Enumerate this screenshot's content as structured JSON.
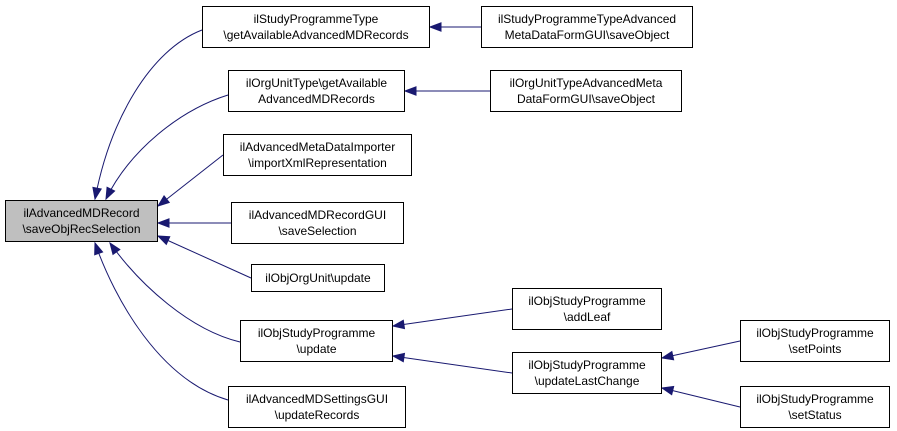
{
  "diagram": {
    "edge_color": "#191970",
    "root_fill": "#bfbfbf",
    "node_fill": "#ffffff",
    "nodes": [
      {
        "id": "root",
        "lines": [
          "ilAdvancedMDRecord",
          "\\saveObjRecSelection"
        ]
      },
      {
        "id": "sptype_get",
        "lines": [
          "ilStudyProgrammeType",
          "\\getAvailableAdvancedMDRecords"
        ]
      },
      {
        "id": "sptype_form_save",
        "lines": [
          "ilStudyProgrammeTypeAdvanced",
          "MetaDataFormGUI\\saveObject"
        ]
      },
      {
        "id": "orgtype_get",
        "lines": [
          "ilOrgUnitType\\getAvailable",
          "AdvancedMDRecords"
        ]
      },
      {
        "id": "orgtype_form_save",
        "lines": [
          "ilOrgUnitTypeAdvancedMeta",
          "DataFormGUI\\saveObject"
        ]
      },
      {
        "id": "importer",
        "lines": [
          "ilAdvancedMetaDataImporter",
          "\\importXmlRepresentation"
        ]
      },
      {
        "id": "record_gui",
        "lines": [
          "ilAdvancedMDRecordGUI",
          "\\saveSelection"
        ]
      },
      {
        "id": "orgunit_update",
        "lines": [
          "ilObjOrgUnit\\update"
        ]
      },
      {
        "id": "sp_update",
        "lines": [
          "ilObjStudyProgramme",
          "\\update"
        ]
      },
      {
        "id": "sp_addleaf",
        "lines": [
          "ilObjStudyProgramme",
          "\\addLeaf"
        ]
      },
      {
        "id": "sp_lastchange",
        "lines": [
          "ilObjStudyProgramme",
          "\\updateLastChange"
        ]
      },
      {
        "id": "sp_setpoints",
        "lines": [
          "ilObjStudyProgramme",
          "\\setPoints"
        ]
      },
      {
        "id": "sp_setstatus",
        "lines": [
          "ilObjStudyProgramme",
          "\\setStatus"
        ]
      },
      {
        "id": "settings_gui",
        "lines": [
          "ilAdvancedMDSettingsGUI",
          "\\updateRecords"
        ]
      }
    ],
    "edges": [
      {
        "from": "sptype_get",
        "to": "root"
      },
      {
        "from": "orgtype_get",
        "to": "root"
      },
      {
        "from": "importer",
        "to": "root"
      },
      {
        "from": "record_gui",
        "to": "root"
      },
      {
        "from": "orgunit_update",
        "to": "root"
      },
      {
        "from": "sp_update",
        "to": "root"
      },
      {
        "from": "settings_gui",
        "to": "root"
      },
      {
        "from": "sptype_form_save",
        "to": "sptype_get"
      },
      {
        "from": "orgtype_form_save",
        "to": "orgtype_get"
      },
      {
        "from": "sp_addleaf",
        "to": "sp_update"
      },
      {
        "from": "sp_lastchange",
        "to": "sp_update"
      },
      {
        "from": "sp_setpoints",
        "to": "sp_lastchange"
      },
      {
        "from": "sp_setstatus",
        "to": "sp_lastchange"
      }
    ]
  }
}
